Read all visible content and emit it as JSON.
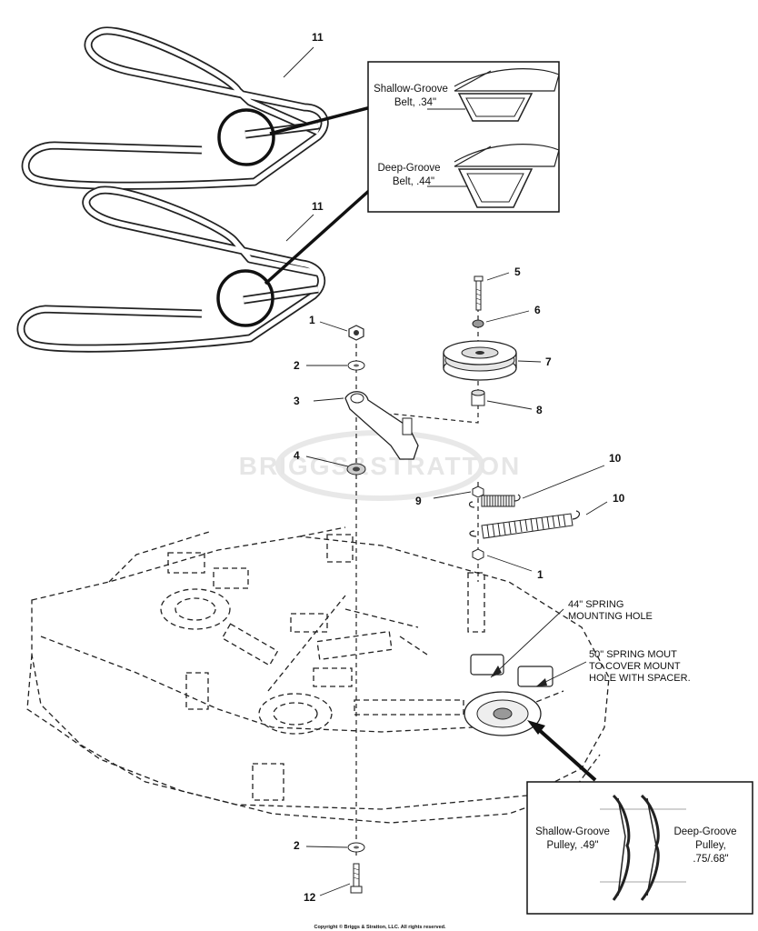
{
  "callouts": {
    "c11a": "11",
    "c11b": "11",
    "c1a": "1",
    "c2a": "2",
    "c3": "3",
    "c4": "4",
    "c5": "5",
    "c6": "6",
    "c7": "7",
    "c8": "8",
    "c9": "9",
    "c10a": "10",
    "c10b": "10",
    "c1b": "1",
    "c2b": "2",
    "c12": "12"
  },
  "belt_inset": {
    "shallow_line1": "Shallow-Groove",
    "shallow_line2": "Belt, .34\"",
    "deep_line1": "Deep-Groove",
    "deep_line2": "Belt, .44\""
  },
  "pulley_inset": {
    "shallow_line1": "Shallow-Groove",
    "shallow_line2": "Pulley, .49\"",
    "deep_line1": "Deep-Groove",
    "deep_line2": "Pulley,",
    "deep_line3": ".75/.68\""
  },
  "notes": {
    "spring44_line1": "44\" SPRING",
    "spring44_line2": "MOUNTING HOLE",
    "spring50_line1": "50\" SPRING MOUT",
    "spring50_line2": "TO COVER MOUNT",
    "spring50_line3": "HOLE WITH SPACER."
  },
  "watermark": "BRIGGS&STRATTON",
  "copyright": "Copyright © Briggs & Stratton, LLC. All rights reserved.",
  "icons": [
    "belt-icon",
    "pulley-icon",
    "spring-icon",
    "bolt-icon",
    "nut-icon",
    "washer-icon",
    "idler-arm-icon",
    "spacer-icon",
    "mower-deck-icon"
  ]
}
